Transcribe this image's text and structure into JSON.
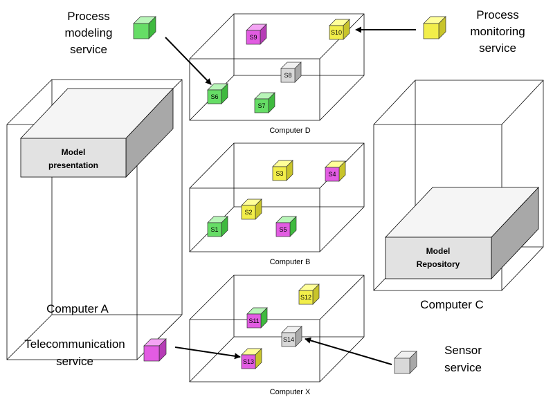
{
  "colors": {
    "green": [
      "#b8f5b8",
      "#66dd66",
      "#3fba3f"
    ],
    "pink": [
      "#f4a4f4",
      "#e25ce2",
      "#b63cb6"
    ],
    "yellow": [
      "#ffff99",
      "#f2ee4a",
      "#c8c42a"
    ],
    "gray": [
      "#f0f0f0",
      "#d8d8d8",
      "#a8a8a8"
    ]
  },
  "computers": {
    "a": {
      "label": "Computer A",
      "module": [
        "Model",
        "presentation"
      ]
    },
    "c": {
      "label": "Computer C",
      "module": [
        "Model",
        "Repository"
      ]
    },
    "d": {
      "label": "Computer D"
    },
    "b": {
      "label": "Computer B"
    },
    "x": {
      "label": "Computer X"
    }
  },
  "legend": {
    "modeling": [
      "Process",
      "modeling",
      "service"
    ],
    "monitoring": [
      "Process",
      "monitoring",
      "service"
    ],
    "telecom": [
      "Telecommunication",
      "service"
    ],
    "sensor": [
      "Sensor",
      "service"
    ]
  },
  "services": {
    "s1": "S1",
    "s2": "S2",
    "s3": "S3",
    "s4": "S4",
    "s5": "S5",
    "s6": "S6",
    "s7": "S7",
    "s8": "S8",
    "s9": "S9",
    "s10": "S10",
    "s11": "S11",
    "s12": "S12",
    "s13": "S13",
    "s14": "S14"
  }
}
